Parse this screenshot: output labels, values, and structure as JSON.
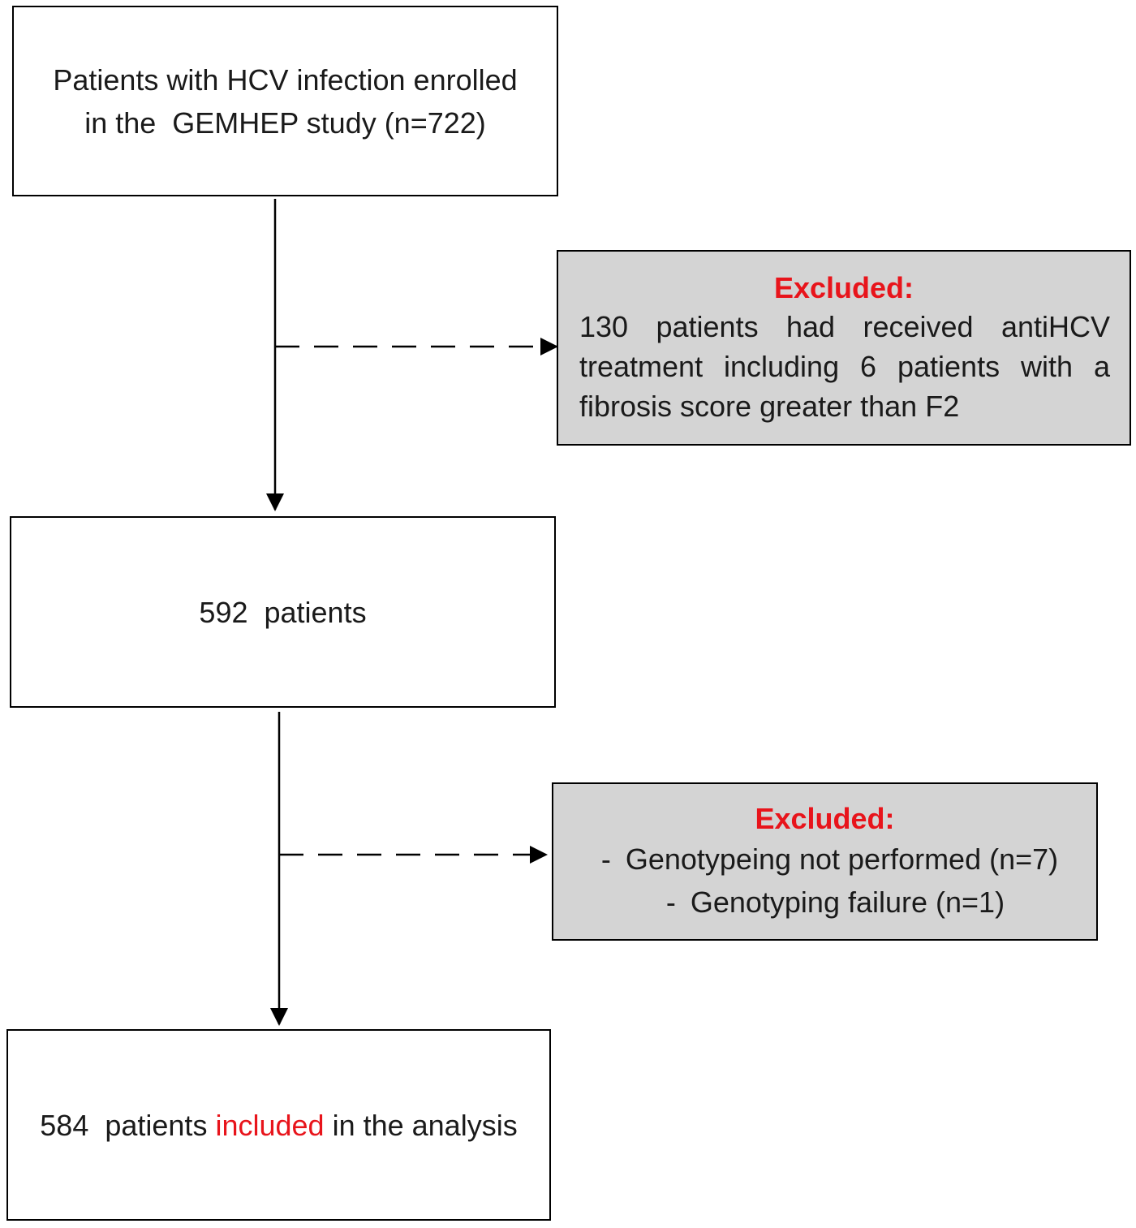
{
  "boxes": {
    "enrolled": {
      "line1": "Patients with HCV infection enrolled",
      "line2": "in the  GEMHEP study (n=722)"
    },
    "excluded_1": {
      "title": "Excluded:",
      "text": "130 patients had received antiHCV treatment including 6 patients with a fibrosis score greater than F2"
    },
    "remaining": {
      "text": "592  patients"
    },
    "excluded_2": {
      "title": "Excluded:",
      "items": [
        "Genotypeing not performed (n=7)",
        "Genotyping failure (n=1)"
      ],
      "bullet": "-"
    },
    "included": {
      "prefix": "584  patients ",
      "highlight": "included",
      "suffix": " in the analysis"
    }
  },
  "colors": {
    "border": "#000000",
    "excluded_fill": "#d4d4d4",
    "highlight_red": "#e8141b"
  }
}
